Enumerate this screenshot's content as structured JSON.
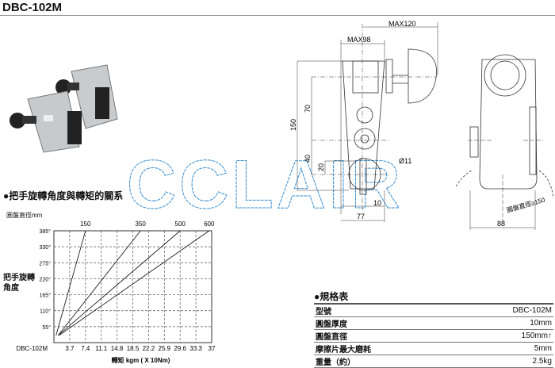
{
  "header": {
    "title": "DBC-102M"
  },
  "chart_section": {
    "title": "●把手旋轉角度與轉矩的關系",
    "diameter_label": "圓盤直徑mm",
    "ylabel": "把手旋轉角度"
  },
  "chart_data": {
    "type": "line",
    "title": "把手旋轉角度與轉矩的關系",
    "xlabel": "轉矩 kgm ( X 10Nm)",
    "ylabel": "把手旋轉角度",
    "x_origin_label": "DBC-102M",
    "xticks": [
      "3.7",
      "7.4",
      "11.1",
      "14.8",
      "18.5",
      "22.2",
      "25.9",
      "29.6",
      "33.3",
      "37"
    ],
    "yticks": [
      "55°",
      "110°",
      "165°",
      "220°",
      "275°",
      "330°",
      "385°"
    ],
    "xlim": [
      0,
      37
    ],
    "ylim": [
      0,
      385
    ],
    "grid": true,
    "series": [
      {
        "name": "150",
        "points": [
          [
            0.5,
            25
          ],
          [
            7.4,
            385
          ]
        ]
      },
      {
        "name": "350",
        "points": [
          [
            1.0,
            25
          ],
          [
            20.3,
            385
          ]
        ]
      },
      {
        "name": "500",
        "points": [
          [
            1.0,
            25
          ],
          [
            29.6,
            385
          ]
        ]
      },
      {
        "name": "600",
        "points": [
          [
            1.2,
            25
          ],
          [
            36.4,
            385
          ]
        ]
      }
    ]
  },
  "drawing": {
    "max120": "MAX120",
    "max98": "MAX98",
    "d150": "150",
    "d70": "70",
    "d40": "40",
    "d20": "20",
    "hole": "Ø11",
    "d10": "10",
    "d77": "77",
    "d88": "88",
    "disc": "圓盤直徑≥150"
  },
  "watermark": "CCLAIR",
  "spec": {
    "title": "●規格表",
    "rows": [
      {
        "k": "型號",
        "v": "DBC-102M"
      },
      {
        "k": "圓盤厚度",
        "v": "10mm"
      },
      {
        "k": "圓盤直徑",
        "v": "150mm↑"
      },
      {
        "k": "摩擦片最大磨耗",
        "v": "5mm"
      },
      {
        "k": "重量（約）",
        "v": "2.5kg"
      }
    ]
  },
  "colors": {
    "watermark": "#3a8fd0",
    "grid": "#555555"
  }
}
